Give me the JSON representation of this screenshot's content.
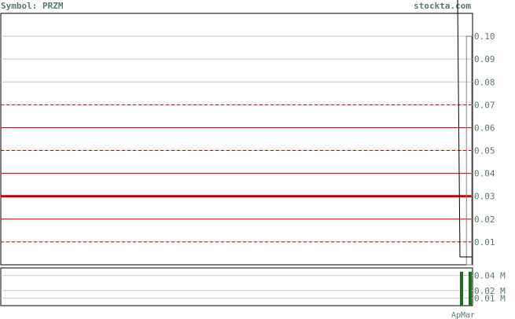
{
  "header": {
    "symbol_label": "Symbol: PRZM",
    "site": "stockta.com"
  },
  "colors": {
    "grid": "#c8c8c8",
    "red": "#cc0000",
    "price_line": "#000000",
    "volume_bar": "#1f6b1f",
    "text": "#5a7a6a"
  },
  "chart_data": [
    {
      "type": "line",
      "title": "",
      "ylim": [
        0,
        0.11
      ],
      "y_ticks": [
        "0.10",
        "0.09",
        "0.08",
        "0.07",
        "0.06",
        "0.05",
        "0.04",
        "0.03",
        "0.02",
        "0.01"
      ],
      "y_tick_values": [
        0.1,
        0.09,
        0.08,
        0.07,
        0.06,
        0.05,
        0.04,
        0.03,
        0.02,
        0.01
      ],
      "support_resistance": [
        {
          "value": 0.07,
          "style": "dashed"
        },
        {
          "value": 0.06,
          "style": "solid"
        },
        {
          "value": 0.05,
          "style": "dashed"
        },
        {
          "value": 0.04,
          "style": "solid"
        },
        {
          "value": 0.03,
          "style": "bold"
        },
        {
          "value": 0.02,
          "style": "solid"
        },
        {
          "value": 0.01,
          "style": "dashed"
        }
      ],
      "price_points": [
        {
          "x": 0,
          "y": 0.118
        },
        {
          "x": 0.55,
          "y": 0.0
        },
        {
          "x": 1,
          "y": 0.0
        }
      ],
      "box": {
        "x0": 0.55,
        "x1": 1,
        "y0": 0.0,
        "y1": 0.1
      },
      "x_labels": [
        "Ap",
        "Mar"
      ]
    },
    {
      "type": "bar",
      "title": "",
      "ylim": [
        0,
        0.05
      ],
      "y_ticks": [
        "0.04 M",
        "0.02 M",
        "0.01 M"
      ],
      "y_tick_values": [
        0.04,
        0.02,
        0.01
      ],
      "values": [
        0.045,
        0.045
      ]
    }
  ]
}
